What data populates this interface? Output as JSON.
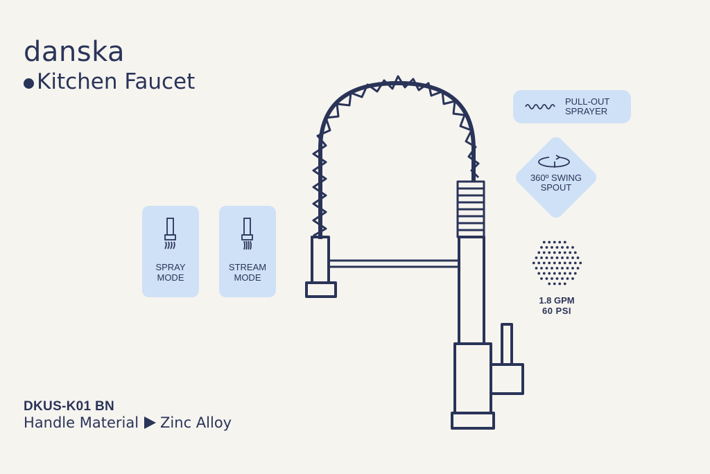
{
  "brand": {
    "name": "danska"
  },
  "product": {
    "title": "Kitchen Faucet"
  },
  "modes": [
    {
      "label_1": "SPRAY",
      "label_2": "MODE",
      "icon": "spray-icon"
    },
    {
      "label_1": "STREAM",
      "label_2": "MODE",
      "icon": "stream-icon"
    }
  ],
  "features": {
    "pullout": {
      "line1": "PULL-OUT",
      "line2": "SPRAYER",
      "icon": "wave-icon"
    },
    "swing": {
      "line1": "360º SWING",
      "line2": "SPOUT",
      "icon": "rotate-icon"
    },
    "flow": {
      "gpm": "1.8 GPM",
      "psi": "60 PSI",
      "icon": "spray-holes-icon"
    }
  },
  "spec": {
    "model": "DKUS-K01 BN",
    "material_label": "Handle Material",
    "material_value": "Zinc Alloy"
  },
  "colors": {
    "navy": "#2a3459",
    "light_blue": "#cfe1f6",
    "background": "#f6f4ef"
  }
}
